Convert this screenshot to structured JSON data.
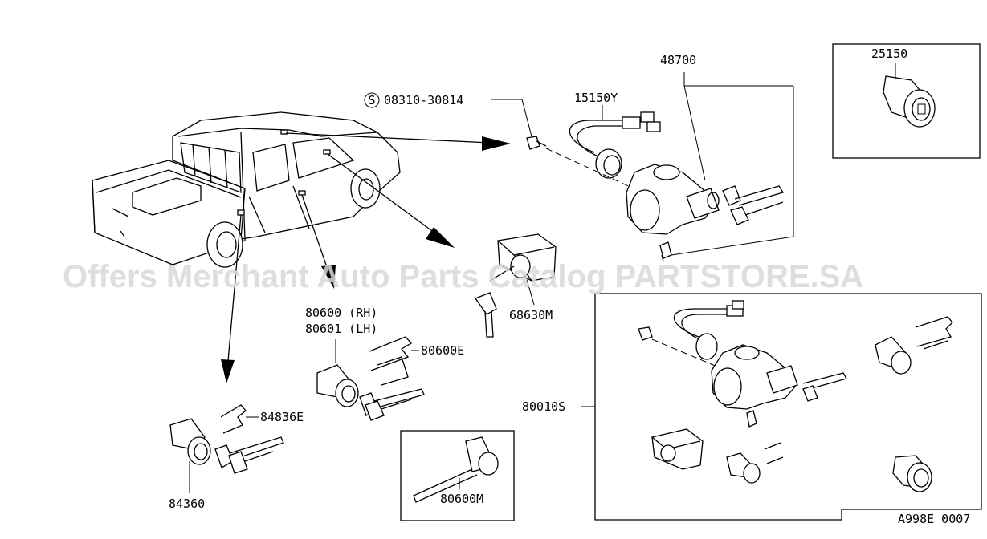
{
  "watermark": "Offers Merchant Auto Parts Catalog PARTSTORE.SA",
  "diagram_code": "A998E 0007",
  "parts": {
    "p48700": "48700",
    "p25150": "25150",
    "p15150y": "15150Y",
    "p08310": "08310-30814",
    "p08310_prefix": "S",
    "p68630m": "68630M",
    "p80600rh": "80600 (RH)",
    "p80601lh": "80601 (LH)",
    "p80600e": "80600E",
    "p84836e": "84836E",
    "p84360": "84360",
    "p80600m": "80600M",
    "p80010s": "80010S"
  }
}
